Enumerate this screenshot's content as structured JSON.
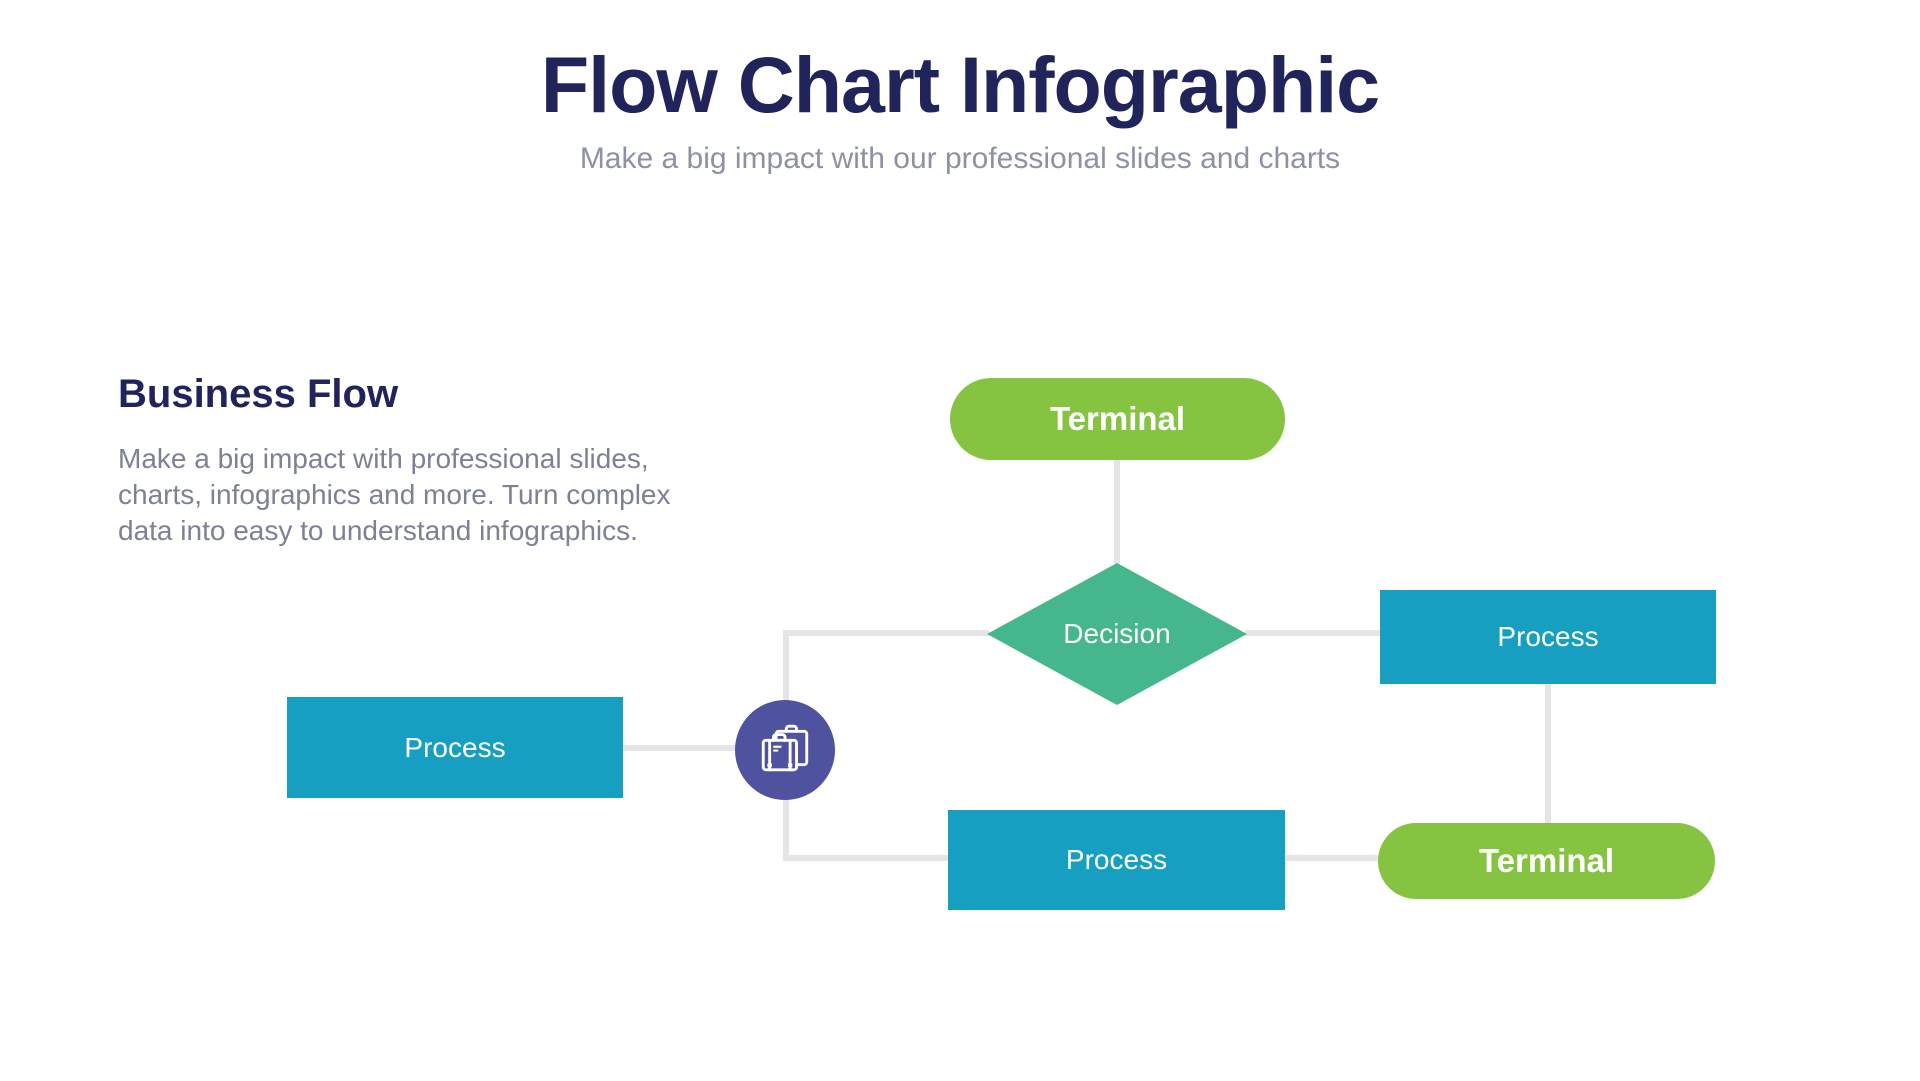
{
  "page": {
    "title": "Flow Chart Infographic",
    "subtitle": "Make a big impact with our professional slides and charts"
  },
  "intro": {
    "heading": "Business Flow",
    "body_lines": [
      "Make a big impact with professional slides,",
      "charts, infographics and more. Turn complex",
      "data into easy to understand infographics."
    ]
  },
  "flowchart": {
    "nodes": [
      {
        "id": "terminal-top",
        "type": "terminal",
        "label": "Terminal"
      },
      {
        "id": "decision",
        "type": "decision",
        "label": "Decision"
      },
      {
        "id": "process-right",
        "type": "process",
        "label": "Process"
      },
      {
        "id": "process-left",
        "type": "process",
        "label": "Process"
      },
      {
        "id": "process-bottom",
        "type": "process",
        "label": "Process"
      },
      {
        "id": "terminal-bottom",
        "type": "terminal",
        "label": "Terminal"
      }
    ],
    "edges": [
      {
        "from": "terminal-top",
        "to": "decision"
      },
      {
        "from": "decision",
        "to": "process-right"
      },
      {
        "from": "decision",
        "to": "briefcase-badge"
      },
      {
        "from": "process-left",
        "to": "briefcase-badge"
      },
      {
        "from": "briefcase-badge",
        "to": "process-bottom"
      },
      {
        "from": "process-right",
        "to": "terminal-bottom"
      },
      {
        "from": "process-bottom",
        "to": "terminal-bottom"
      }
    ],
    "icon": "briefcase-icon"
  },
  "colors": {
    "terminal_green": "#85C340",
    "decision_teal": "#46B78C",
    "process_blue": "#169FC1",
    "badge_indigo": "#4F529E",
    "connector_gray": "#E5E5E5",
    "title_navy": "#20245A",
    "subtitle_gray": "#8D91A3",
    "body_gray": "#7D8195"
  }
}
